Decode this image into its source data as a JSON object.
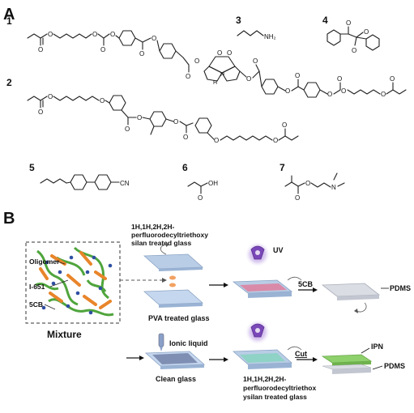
{
  "panels": [
    {
      "letter": "A"
    },
    {
      "letter": "B"
    }
  ],
  "compounds": [
    {
      "number": "1"
    },
    {
      "number": "2"
    },
    {
      "number": "3",
      "atom": "NH₂"
    },
    {
      "number": "4"
    },
    {
      "number": "5",
      "atom": "CN"
    },
    {
      "number": "6",
      "atom": "OH"
    },
    {
      "number": "7",
      "atom": "N"
    }
  ],
  "atoms": {
    "oxygen": "O",
    "hydrogen": "H"
  },
  "scheme": {
    "mixture_title": "Mixture",
    "mixture_labels": [
      "Oligomer",
      "I-651",
      "5CB"
    ],
    "top_glass_label": [
      "1H,1H,2H,2H-",
      "perfluorodecyltriethoxy",
      "silan treated glass"
    ],
    "pva_label": "PVA treated glass",
    "uv_label": "UV",
    "step_5cb_label": "5CB",
    "pdms_label": "PDMS",
    "ionic_liquid_label": "Ionic liquid",
    "clean_glass_label": "Clean glass",
    "bottom_glass_label": [
      "1H,1H,2H,2H-",
      "perfluorodecyltriethox",
      "ysilan treated glass"
    ],
    "cut_label": "Cut",
    "ipn_label": "IPN",
    "pdms2_label": "PDMS"
  },
  "colors": {
    "glass": "#b9cde6",
    "film_pink": "#d98aa8",
    "film_teal": "#8fd2c6",
    "film_blue_grey": "#7f8fb4",
    "ipn_green": "#8ed06b",
    "pdms_grey": "#dadde3",
    "uv_purple": "#8a5cc0",
    "oligomer_green": "#4fa53c",
    "i651_orange": "#e8852a",
    "5cb_blue": "#2f4fa3"
  }
}
